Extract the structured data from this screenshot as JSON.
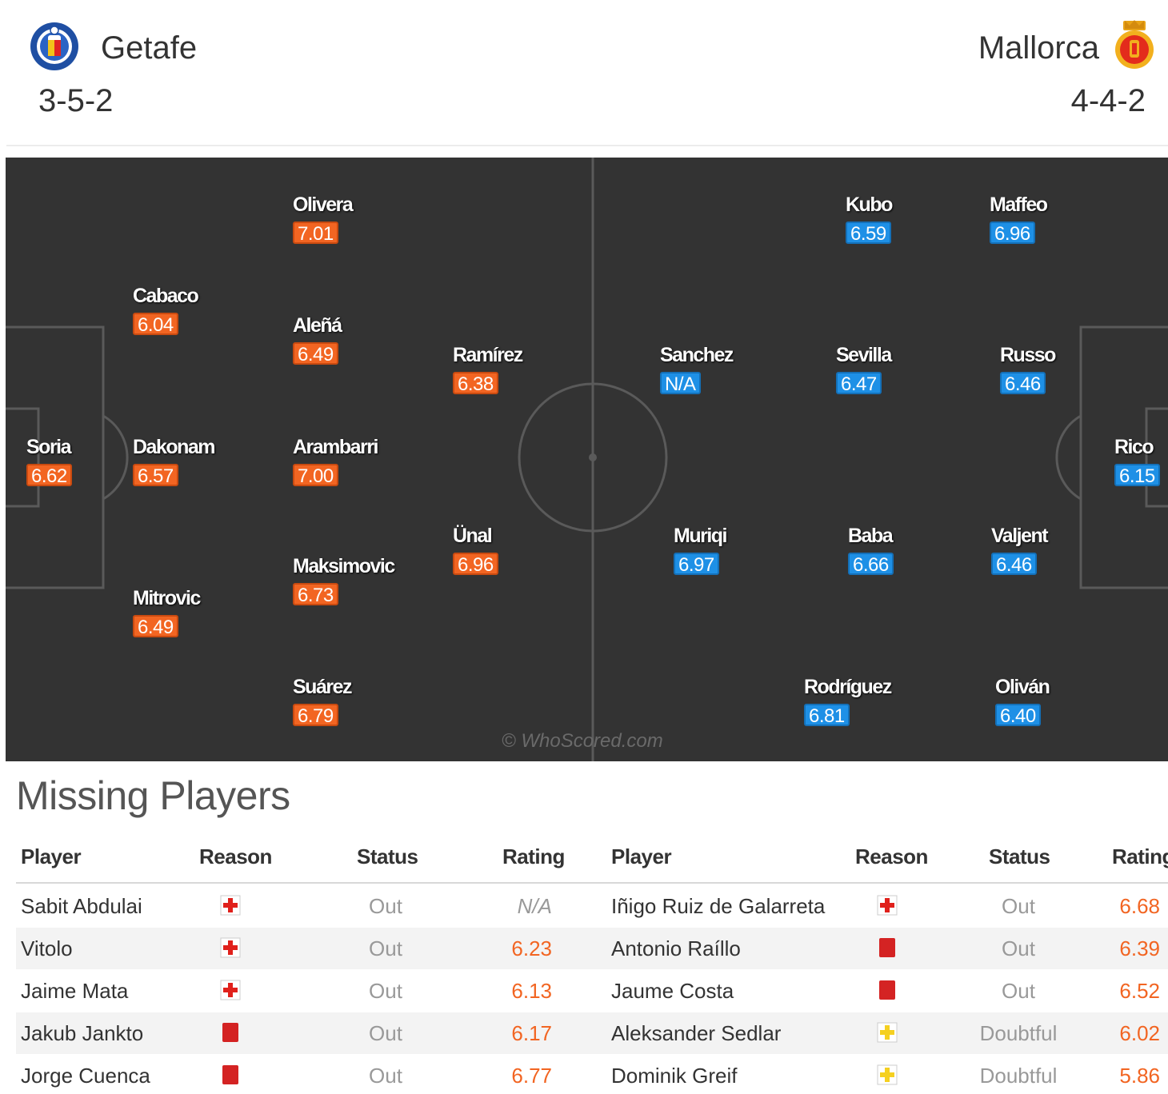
{
  "home": {
    "name": "Getafe",
    "formation": "3-5-2",
    "color": "#f26522",
    "players": [
      {
        "name": "Soria",
        "rating": "6.62"
      },
      {
        "name": "Cabaco",
        "rating": "6.04"
      },
      {
        "name": "Dakonam",
        "rating": "6.57"
      },
      {
        "name": "Mitrovic",
        "rating": "6.49"
      },
      {
        "name": "Olivera",
        "rating": "7.01"
      },
      {
        "name": "Aleñá",
        "rating": "6.49"
      },
      {
        "name": "Arambarri",
        "rating": "7.00"
      },
      {
        "name": "Maksimovic",
        "rating": "6.73"
      },
      {
        "name": "Suárez",
        "rating": "6.79"
      },
      {
        "name": "Ramírez",
        "rating": "6.38"
      },
      {
        "name": "Ünal",
        "rating": "6.96"
      }
    ]
  },
  "away": {
    "name": "Mallorca",
    "formation": "4-4-2",
    "color": "#1e90e6",
    "players": [
      {
        "name": "Rico",
        "rating": "6.15"
      },
      {
        "name": "Maffeo",
        "rating": "6.96"
      },
      {
        "name": "Russo",
        "rating": "6.46"
      },
      {
        "name": "Valjent",
        "rating": "6.46"
      },
      {
        "name": "Oliván",
        "rating": "6.40"
      },
      {
        "name": "Kubo",
        "rating": "6.59"
      },
      {
        "name": "Sevilla",
        "rating": "6.47"
      },
      {
        "name": "Baba",
        "rating": "6.66"
      },
      {
        "name": "Rodríguez",
        "rating": "6.81"
      },
      {
        "name": "Sanchez",
        "rating": "N/A"
      },
      {
        "name": "Muriqi",
        "rating": "6.97"
      }
    ]
  },
  "watermark": "© WhoScored.com",
  "missing": {
    "title": "Missing Players",
    "headers": {
      "player": "Player",
      "reason": "Reason",
      "status": "Status",
      "rating": "Rating"
    },
    "home_rows": [
      {
        "player": "Sabit Abdulai",
        "reason": "injury-icon",
        "status": "Out",
        "rating": "N/A"
      },
      {
        "player": "Vitolo",
        "reason": "injury-icon",
        "status": "Out",
        "rating": "6.23"
      },
      {
        "player": "Jaime Mata",
        "reason": "injury-icon",
        "status": "Out",
        "rating": "6.13"
      },
      {
        "player": "Jakub Jankto",
        "reason": "red-card-icon",
        "status": "Out",
        "rating": "6.17"
      },
      {
        "player": "Jorge Cuenca",
        "reason": "red-card-icon",
        "status": "Out",
        "rating": "6.77"
      }
    ],
    "away_rows": [
      {
        "player": "Iñigo Ruiz de Galarreta",
        "reason": "injury-icon",
        "status": "Out",
        "rating": "6.68"
      },
      {
        "player": "Antonio Raíllo",
        "reason": "red-card-icon",
        "status": "Out",
        "rating": "6.39"
      },
      {
        "player": "Jaume Costa",
        "reason": "red-card-icon",
        "status": "Out",
        "rating": "6.52"
      },
      {
        "player": "Aleksander Sedlar",
        "reason": "doubtful-icon",
        "status": "Doubtful",
        "rating": "6.02"
      },
      {
        "player": "Dominik Greif",
        "reason": "doubtful-icon",
        "status": "Doubtful",
        "rating": "5.86"
      }
    ]
  },
  "colors": {
    "injury": "#e0201b",
    "red_card": "#d42323",
    "doubtful": "#f5d020",
    "pitch": "#333333"
  }
}
